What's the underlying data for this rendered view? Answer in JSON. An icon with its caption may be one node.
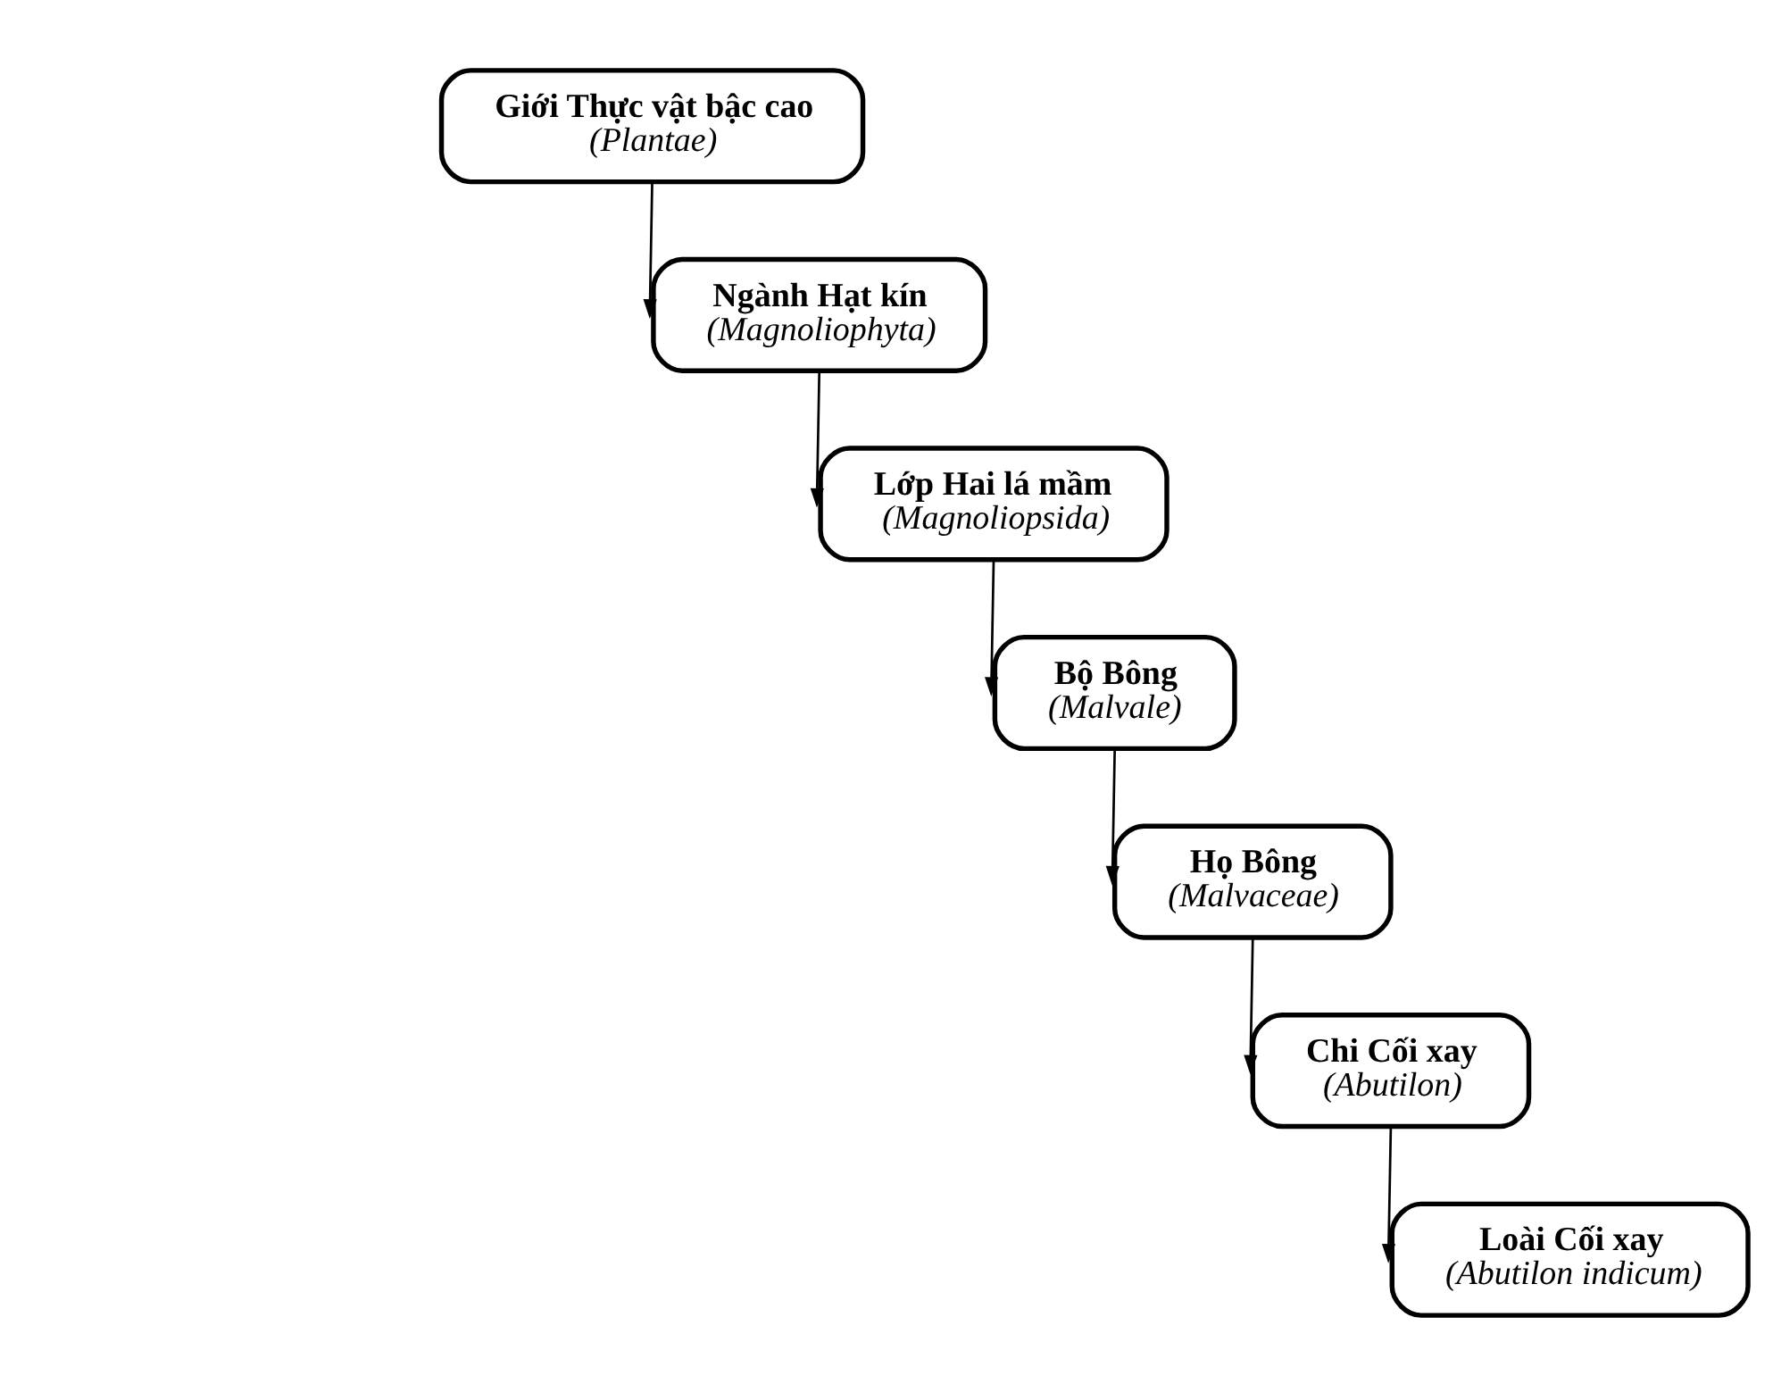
{
  "diagram": {
    "nodes": [
      {
        "text": [
          "Giới Thực vật bậc cao",
          "(Plantae)"
        ]
      },
      {
        "text": [
          "Ngành Hạt kín",
          "(Magnoliophyta)"
        ]
      },
      {
        "text": [
          "Lớp Hai lá mầm",
          "(Magnoliopsida)"
        ]
      },
      {
        "text": [
          "Bộ Bông",
          "(Malvale)"
        ]
      },
      {
        "text": [
          "Họ Bông",
          "(Malvaceae)"
        ]
      },
      {
        "text": [
          "Chi Cối xay",
          "(Abutilon)"
        ]
      },
      {
        "text": [
          "Loài Cối xay",
          "(Abutilon indicum)"
        ]
      }
    ],
    "edges": [
      {
        "from": 0,
        "to": 1,
        "arrow": "to"
      },
      {
        "from": 1,
        "to": 2,
        "arrow": "to"
      },
      {
        "from": 2,
        "to": 3,
        "arrow": "to"
      },
      {
        "from": 3,
        "to": 4,
        "arrow": "to"
      },
      {
        "from": 4,
        "to": 5,
        "arrow": "to"
      },
      {
        "from": 5,
        "to": 6,
        "arrow": "to"
      }
    ]
  }
}
